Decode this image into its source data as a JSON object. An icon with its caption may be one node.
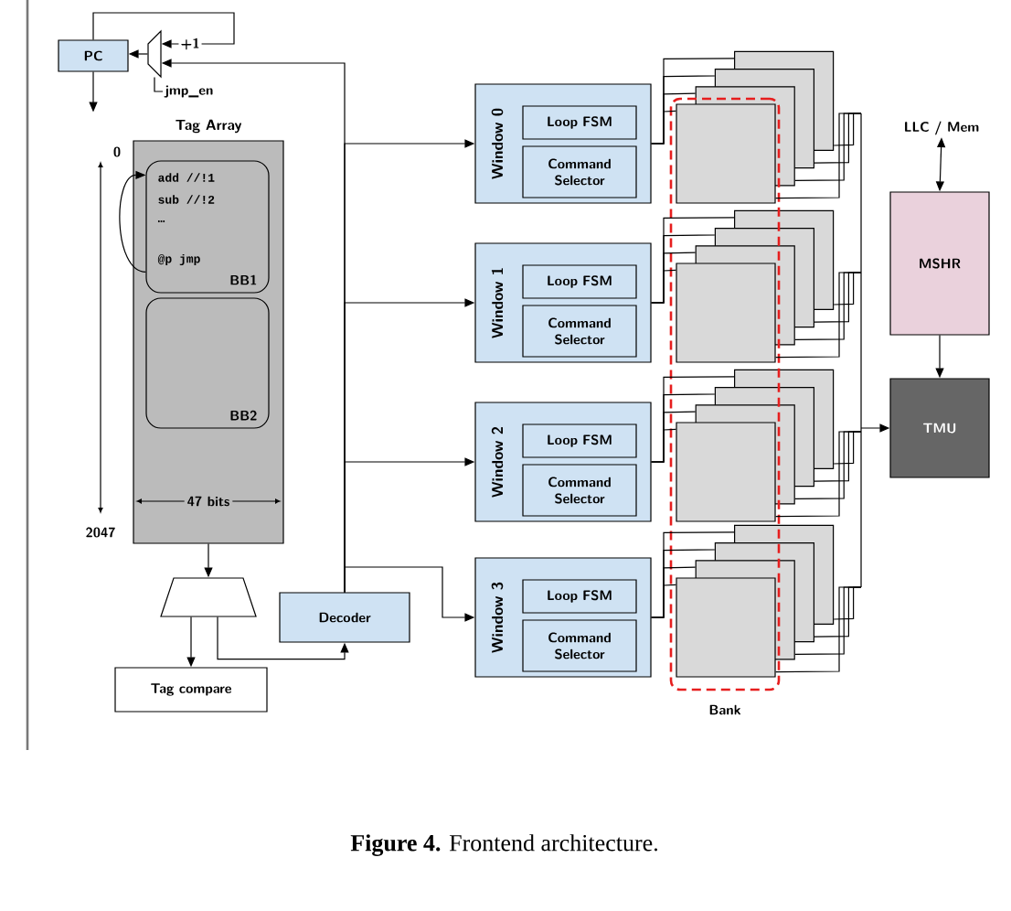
{
  "diagram": {
    "caption": "**Figure 4.** Frontend architecture.",
    "nodes": [
      {
        "text": [
          "PC"
        ]
      },
      {
        "text": [],
        "shape": "trapezoid"
      },
      {
        "text": [
          "jmp_en"
        ]
      },
      {
        "text": [
          "Tag Array"
        ]
      },
      {
        "text": [
          "add //!1",
          "sub //!2",
          "…",
          "@p jmp",
          "BB1"
        ],
        "in": 3
      },
      {
        "text": [
          "BB2"
        ],
        "in": 3
      },
      {
        "text": [],
        "shape": "trapezoid"
      },
      {
        "text": [
          "Tag compare"
        ]
      },
      {
        "text": [
          "Decoder"
        ]
      },
      {
        "text": [
          "Window 0"
        ]
      },
      {
        "text": [
          "Loop FSM"
        ],
        "in": 9
      },
      {
        "text": [
          "Command Selector"
        ],
        "in": 9
      },
      {
        "text": [
          "Window 1"
        ]
      },
      {
        "text": [
          "Loop FSM"
        ],
        "in": 12
      },
      {
        "text": [
          "Command Selector"
        ],
        "in": 12
      },
      {
        "text": [
          "Window 2"
        ]
      },
      {
        "text": [
          "Loop FSM"
        ],
        "in": 15
      },
      {
        "text": [
          "Command Selector"
        ],
        "in": 15
      },
      {
        "text": [
          "Window 3"
        ]
      },
      {
        "text": [
          "Loop FSM"
        ],
        "in": 18
      },
      {
        "text": [
          "Command Selector"
        ],
        "in": 18
      },
      {
        "text": [
          "Bank"
        ]
      },
      {
        "text": [],
        "shape": "box",
        "in": 21
      },
      {
        "text": [],
        "shape": "box"
      },
      {
        "text": [],
        "shape": "box"
      },
      {
        "text": [],
        "shape": "box"
      },
      {
        "text": [],
        "shape": "box",
        "in": 21
      },
      {
        "text": [],
        "shape": "box"
      },
      {
        "text": [],
        "shape": "box"
      },
      {
        "text": [],
        "shape": "box"
      },
      {
        "text": [],
        "shape": "box",
        "in": 21
      },
      {
        "text": [],
        "shape": "box"
      },
      {
        "text": [],
        "shape": "box"
      },
      {
        "text": [],
        "shape": "box"
      },
      {
        "text": [],
        "shape": "box",
        "in": 21
      },
      {
        "text": [],
        "shape": "box"
      },
      {
        "text": [],
        "shape": "box"
      },
      {
        "text": [],
        "shape": "box"
      },
      {
        "text": [
          "LLC / Mem"
        ]
      },
      {
        "text": [
          "MSHR"
        ]
      },
      {
        "text": [
          "TMU"
        ]
      }
    ],
    "edges": [
      {
        "from": 0,
        "to": null,
        "arrow": "to"
      },
      {
        "from": 1,
        "to": 0,
        "arrow": "to"
      },
      {
        "from": 0,
        "to": 1,
        "arrow": "to",
        "label": "+1"
      },
      {
        "from": 2,
        "to": 1,
        "arrow": "none"
      },
      {
        "from": 4,
        "to": 4,
        "arrow": "to"
      },
      {
        "from": 3,
        "to": 6,
        "arrow": "to"
      },
      {
        "from": 6,
        "to": 7,
        "arrow": "to"
      },
      {
        "from": 6,
        "to": 8,
        "arrow": "to"
      },
      {
        "from": 8,
        "to": 1,
        "arrow": "to"
      },
      {
        "from": 8,
        "to": 9,
        "arrow": "to"
      },
      {
        "from": 8,
        "to": 12,
        "arrow": "to"
      },
      {
        "from": 8,
        "to": 15,
        "arrow": "to"
      },
      {
        "from": 8,
        "to": 18,
        "arrow": "to"
      },
      {
        "from": 9,
        "to": 22,
        "arrow": "none"
      },
      {
        "from": 9,
        "to": 23,
        "arrow": "none"
      },
      {
        "from": 9,
        "to": 24,
        "arrow": "none"
      },
      {
        "from": 9,
        "to": 25,
        "arrow": "none"
      },
      {
        "from": 12,
        "to": 26,
        "arrow": "none"
      },
      {
        "from": 12,
        "to": 27,
        "arrow": "none"
      },
      {
        "from": 12,
        "to": 28,
        "arrow": "none"
      },
      {
        "from": 12,
        "to": 29,
        "arrow": "none"
      },
      {
        "from": 15,
        "to": 30,
        "arrow": "none"
      },
      {
        "from": 15,
        "to": 31,
        "arrow": "none"
      },
      {
        "from": 15,
        "to": 32,
        "arrow": "none"
      },
      {
        "from": 15,
        "to": 33,
        "arrow": "none"
      },
      {
        "from": 18,
        "to": 34,
        "arrow": "none"
      },
      {
        "from": 18,
        "to": 35,
        "arrow": "none"
      },
      {
        "from": 18,
        "to": 36,
        "arrow": "none"
      },
      {
        "from": 18,
        "to": 37,
        "arrow": "none"
      },
      {
        "from": 22,
        "to": 40,
        "arrow": "to"
      },
      {
        "from": 23,
        "to": 40,
        "arrow": "to"
      },
      {
        "from": 24,
        "to": 40,
        "arrow": "to"
      },
      {
        "from": 25,
        "to": 40,
        "arrow": "to"
      },
      {
        "from": 26,
        "to": 40,
        "arrow": "to"
      },
      {
        "from": 27,
        "to": 40,
        "arrow": "to"
      },
      {
        "from": 28,
        "to": 40,
        "arrow": "to"
      },
      {
        "from": 29,
        "to": 40,
        "arrow": "to"
      },
      {
        "from": 30,
        "to": 40,
        "arrow": "to"
      },
      {
        "from": 31,
        "to": 40,
        "arrow": "to"
      },
      {
        "from": 32,
        "to": 40,
        "arrow": "to"
      },
      {
        "from": 33,
        "to": 40,
        "arrow": "to"
      },
      {
        "from": 34,
        "to": 40,
        "arrow": "to"
      },
      {
        "from": 35,
        "to": 40,
        "arrow": "to"
      },
      {
        "from": 36,
        "to": 40,
        "arrow": "to"
      },
      {
        "from": 37,
        "to": 40,
        "arrow": "to"
      },
      {
        "from": 38,
        "to": 39,
        "arrow": "both"
      },
      {
        "from": 39,
        "to": 40,
        "arrow": "to"
      }
    ],
    "labels": [
      "0",
      "47 bits",
      "2047"
    ]
  }
}
